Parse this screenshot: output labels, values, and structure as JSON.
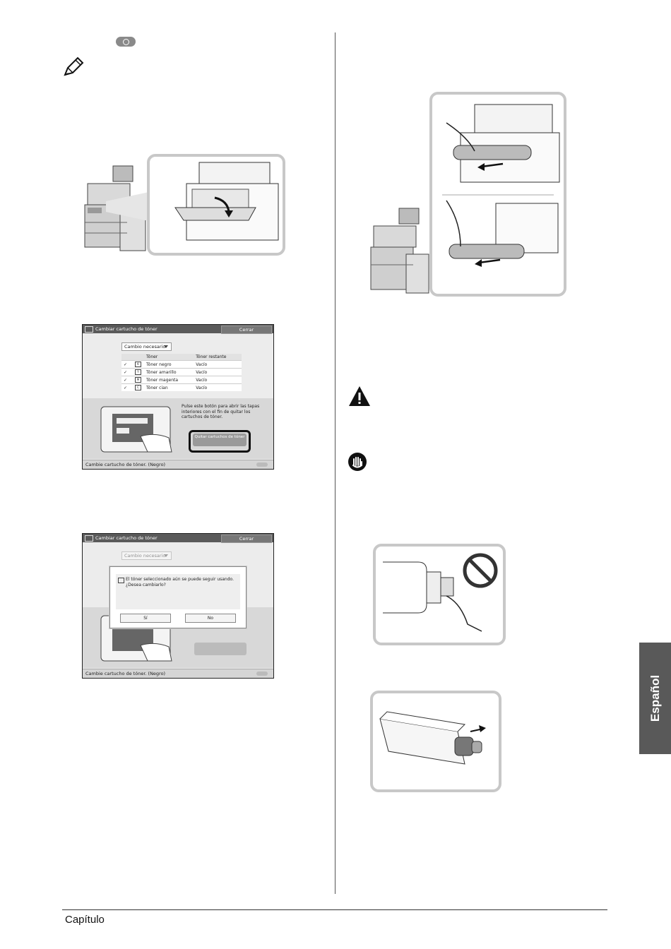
{
  "footer": {
    "chapter_label": "Capítulo"
  },
  "side_tab": {
    "label": "Español"
  },
  "screen1": {
    "title": "Cambiar cartucho de tóner",
    "close_label": "Cerrar",
    "dropdown": "Cambio necesario",
    "table": {
      "headers": [
        "Tóner",
        "Tóner restante"
      ],
      "rows": [
        {
          "chip": "K",
          "name": "Tóner negro",
          "remaining": "Vacío"
        },
        {
          "chip": "Y",
          "name": "Tóner amarillo",
          "remaining": "Vacío"
        },
        {
          "chip": "M",
          "name": "Tóner magenta",
          "remaining": "Vacío"
        },
        {
          "chip": "C",
          "name": "Tóner cian",
          "remaining": "Vacío"
        }
      ]
    },
    "hint": "Pulse este botón para abrir las tapas interiores con el fin de quitar los cartuchos de tóner.",
    "action_button": "Quitar cartuchos de tóner",
    "status": "Cambie cartucho de tóner. (Negro)"
  },
  "screen2": {
    "title": "Cambiar cartucho de tóner",
    "close_label": "Cerrar",
    "dropdown": "Cambio necesario",
    "dialog_message": "El tóner seleccionado aún se puede seguir usando. ¿Desea cambiarlo?",
    "yes_label": "Sí",
    "no_label": "No",
    "status": "Cambie cartucho de tóner. (Negro)"
  }
}
